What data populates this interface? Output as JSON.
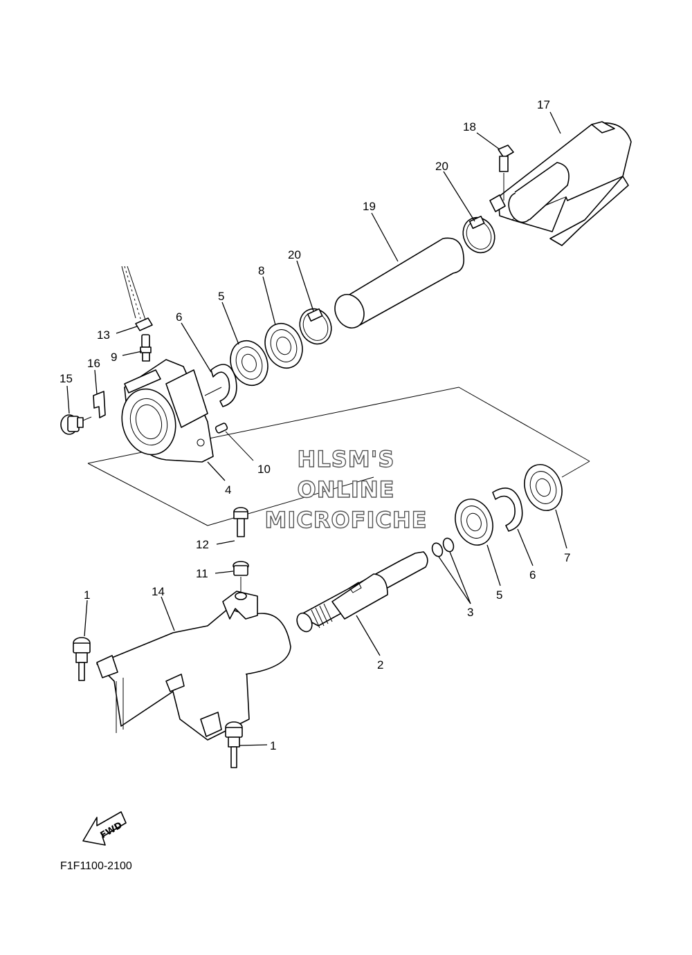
{
  "callouts": {
    "c1a": "1",
    "c1b": "1",
    "c2": "2",
    "c3": "3",
    "c4": "4",
    "c5a": "5",
    "c5b": "5",
    "c6a": "6",
    "c6b": "6",
    "c7": "7",
    "c8": "8",
    "c9": "9",
    "c10": "10",
    "c11": "11",
    "c12": "12",
    "c13": "13",
    "c14": "14",
    "c15": "15",
    "c16": "16",
    "c17": "17",
    "c18": "18",
    "c19": "19",
    "c20a": "20",
    "c20b": "20"
  },
  "watermark": {
    "line1": "HLSM'S",
    "line2": "ONLINE",
    "line3": "MICROFICHE"
  },
  "fwd_label": "FWD",
  "diagram_code": "F1F1100-2100"
}
